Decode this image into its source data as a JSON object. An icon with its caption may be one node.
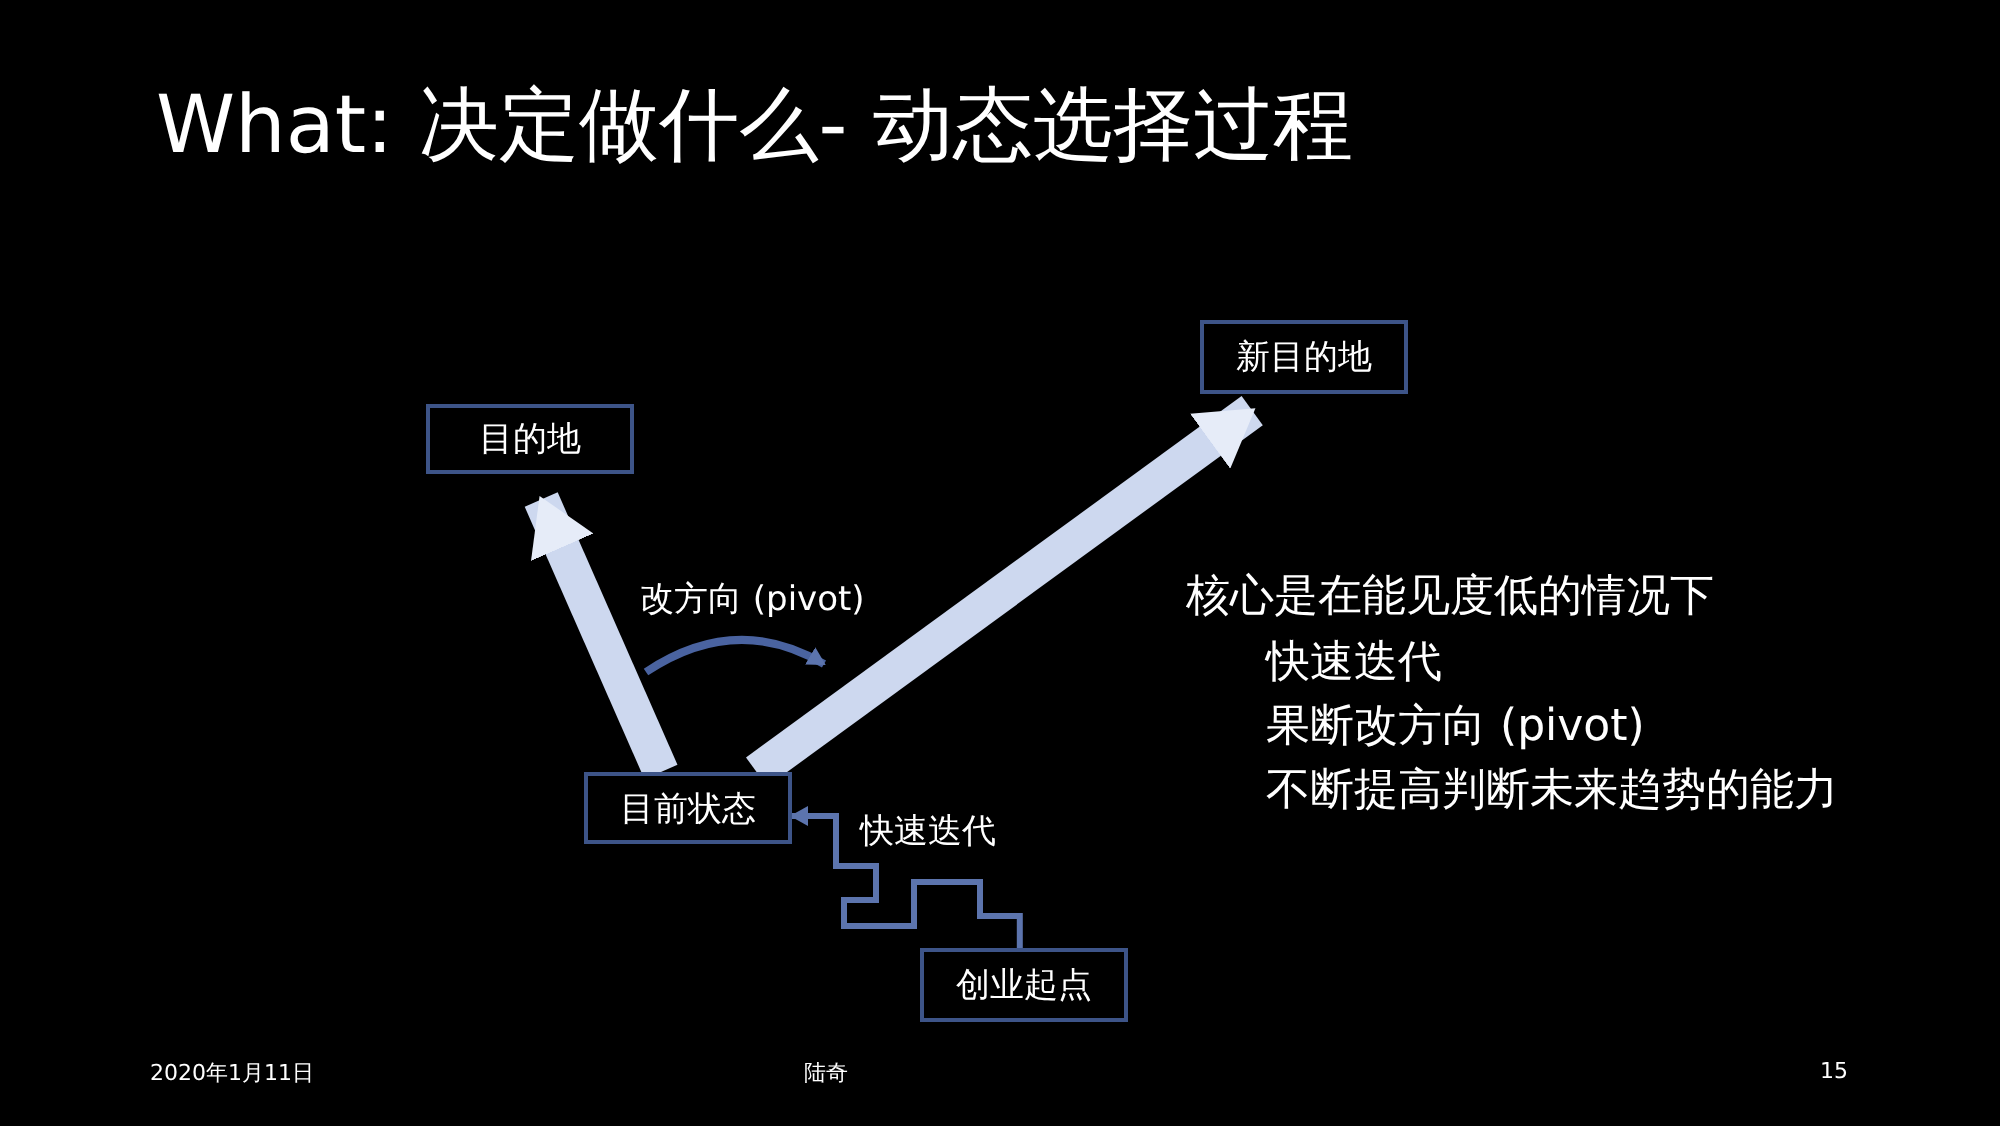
{
  "diagram": {
    "title": "What: 决定做什么- 动态选择过程",
    "nodes": [
      {
        "text": [
          "目的地"
        ]
      },
      {
        "text": [
          "新目的地"
        ]
      },
      {
        "text": [
          "目前状态"
        ]
      },
      {
        "text": [
          "创业起点"
        ]
      }
    ],
    "edges": [
      {
        "from": 2,
        "to": 0,
        "arrow": "to"
      },
      {
        "from": 2,
        "to": 1,
        "arrow": "to"
      },
      {
        "from": 3,
        "to": 2,
        "arrow": "to",
        "label": "快速迭代",
        "color": "#5c74ad"
      }
    ],
    "labels": [
      "改方向 (pivot)",
      "核心是在能见度低的情况下",
      "快速迭代",
      "果断改方向 (pivot)",
      "不断提高判断未来趋势的能力",
      "2020年1月11日",
      "陆奇",
      "15"
    ]
  }
}
